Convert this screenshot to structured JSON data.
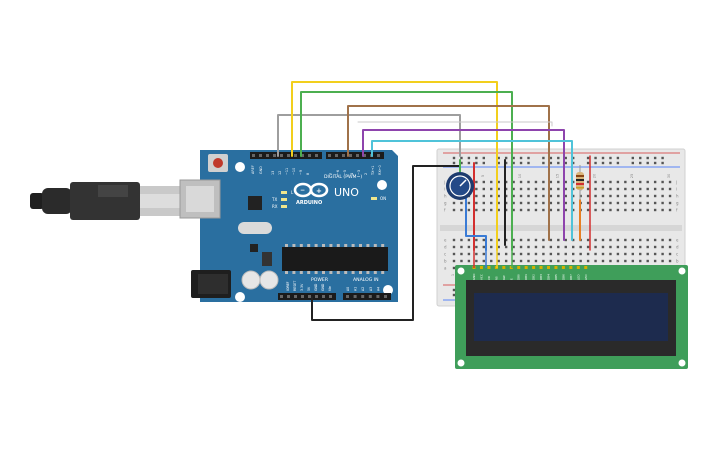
{
  "arduino": {
    "logo_text": "ARDUINO",
    "model": "UNO",
    "digital_header_label": "DIGITAL (PWM~)",
    "power_label": "POWER",
    "analog_label": "ANALOG IN",
    "on_label": "ON",
    "tx_label": "TX",
    "rx_label": "RX",
    "l_label": "L",
    "aref_label": "AREF",
    "gnd_label": "GND",
    "digital_pins": [
      "13",
      "12",
      "~11",
      "~10",
      "~9",
      "8",
      "7",
      "~6",
      "~5",
      "4",
      "~3",
      "2",
      "TX→1",
      "RX←0"
    ],
    "power_pins": [
      "IOREF",
      "RESET",
      "3.3V",
      "5V",
      "GND",
      "GND",
      "Vin"
    ],
    "analog_pins": [
      "A0",
      "A1",
      "A2",
      "A3",
      "A4",
      "A5"
    ]
  },
  "breadboard": {
    "row_letters_top": [
      "j",
      "i",
      "h",
      "g",
      "f"
    ],
    "row_letters_bottom": [
      "e",
      "d",
      "c",
      "b",
      "a"
    ],
    "column_numbers": [
      "1",
      "5",
      "10",
      "15",
      "20",
      "25",
      "30"
    ]
  },
  "lcd": {
    "pin_labels": [
      "GND",
      "VCC",
      "VO",
      "RS",
      "RW",
      "E",
      "DB0",
      "DB1",
      "DB2",
      "DB3",
      "DB4",
      "DB5",
      "DB6",
      "DB7",
      "LED",
      "LED"
    ]
  },
  "colors": {
    "board_blue": "#2a6fa0",
    "lcd_green": "#3f9e5a",
    "lcd_screen": "#1d2b4e",
    "wire_yellow": "#f2cf1d",
    "wire_green": "#4caf50",
    "wire_brown": "#a0724a",
    "wire_grey": "#9e9e9e",
    "wire_purple": "#8e44ad",
    "wire_cyan": "#4fc3d9",
    "wire_black": "#222222",
    "wire_red": "#d32f2f",
    "wire_orange": "#e67e22",
    "wire_blue": "#3a7bd5"
  }
}
